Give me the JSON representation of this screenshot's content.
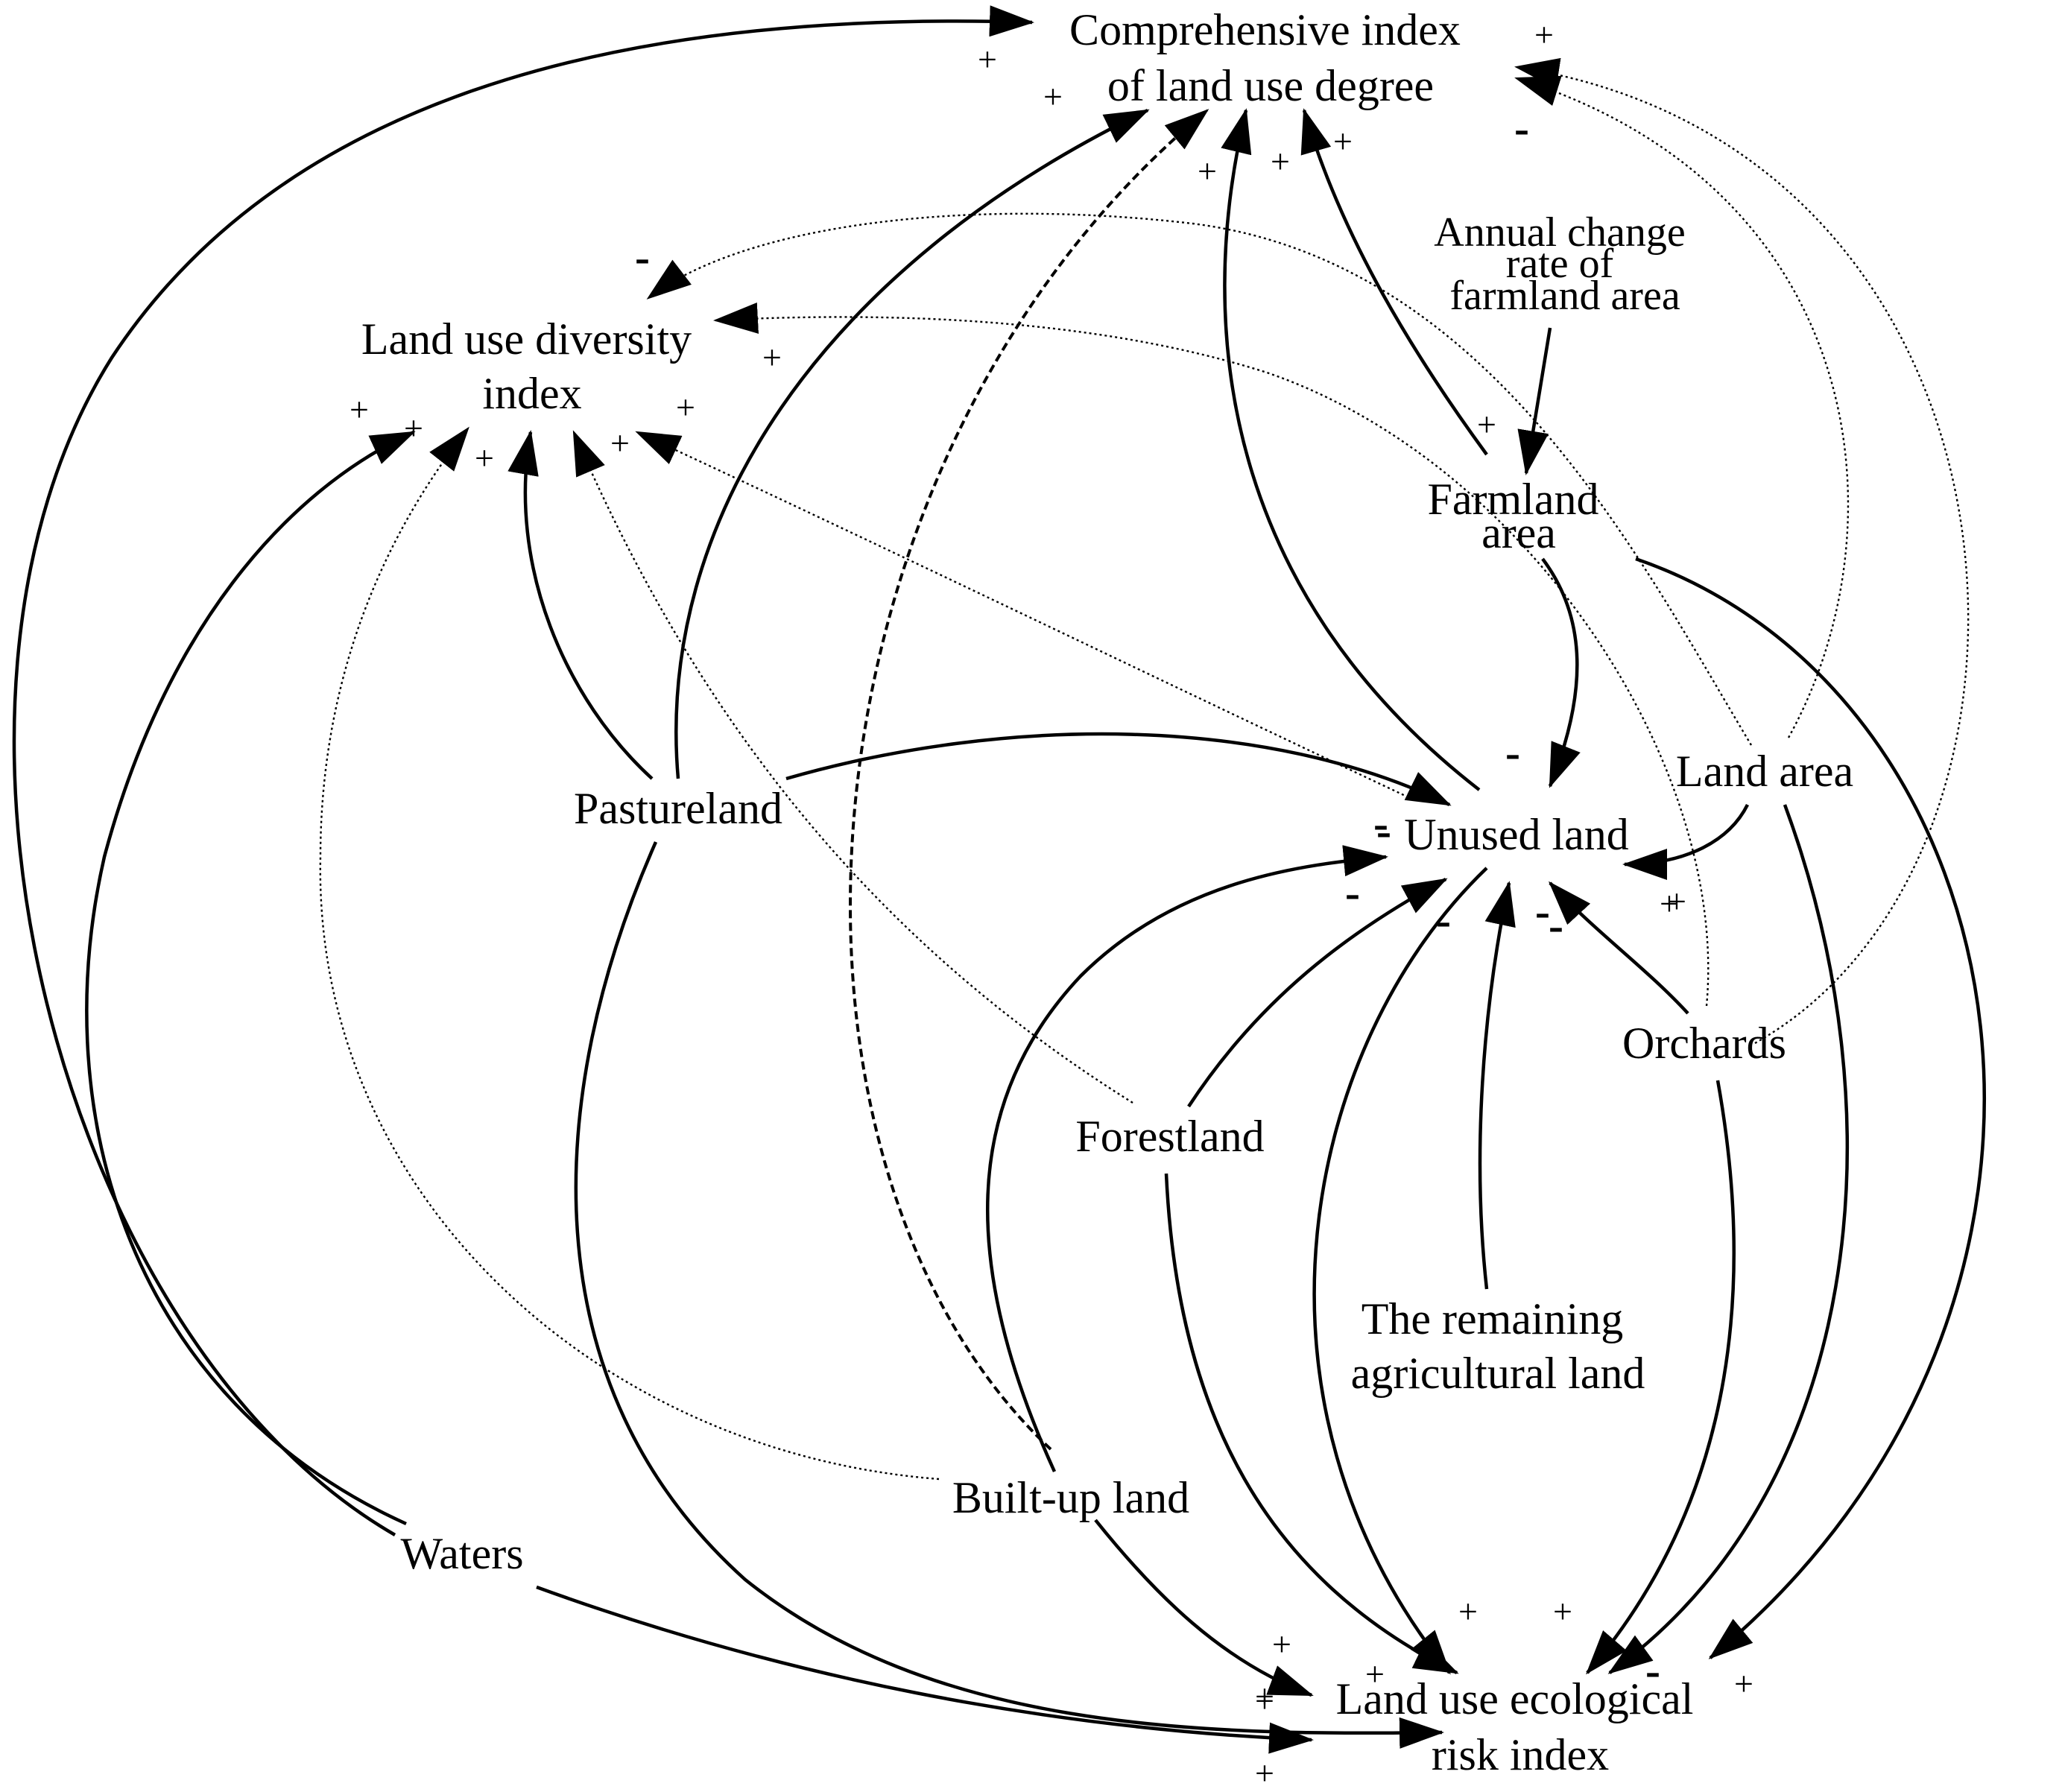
{
  "nodes": {
    "comprehensive_index": [
      "Comprehensive index",
      "of land use degree"
    ],
    "diversity_index": [
      "Land use diversity",
      "index"
    ],
    "annual_change_rate": [
      "Annual change",
      "rate of",
      "farmland area"
    ],
    "farmland_area": [
      "Farmland",
      "area"
    ],
    "pastureland": [
      "Pastureland"
    ],
    "unused_land": [
      "Unused land"
    ],
    "land_area": [
      "Land area"
    ],
    "orchards": [
      "Orchards"
    ],
    "forestland": [
      "Forestland"
    ],
    "remaining_agricultural_land": [
      "The remaining",
      "agricultural land"
    ],
    "built_up_land": [
      "Built-up land"
    ],
    "waters": [
      "Waters"
    ],
    "ecological_risk_index": [
      "Land use ecological",
      "risk index"
    ]
  },
  "polarities": [
    "+",
    "+",
    "+",
    "+",
    "+",
    "+",
    "-",
    "-",
    "+",
    "+",
    "+",
    "+",
    "+",
    "+",
    "+",
    "+",
    "-",
    "-",
    "-",
    "-",
    "-",
    "-",
    "-",
    "+",
    "+",
    "+",
    "+",
    "+",
    "+",
    "+",
    "-",
    "+",
    "+"
  ],
  "links": [
    {
      "from": "Waters",
      "to": "Comprehensive index of land use degree",
      "style": "solid"
    },
    {
      "from": "Pastureland",
      "to": "Comprehensive index of land use degree",
      "style": "solid"
    },
    {
      "from": "Built-up land",
      "to": "Comprehensive index of land use degree",
      "style": "dashed"
    },
    {
      "from": "Unused land",
      "to": "Comprehensive index of land use degree",
      "style": "solid"
    },
    {
      "from": "Farmland area",
      "to": "Comprehensive index of land use degree",
      "style": "solid"
    },
    {
      "from": "Land area",
      "to": "Comprehensive index of land use degree",
      "style": "dotted"
    },
    {
      "from": "Orchards",
      "to": "Comprehensive index of land use degree",
      "style": "dotted"
    },
    {
      "from": "Land area",
      "to": "Land use diversity index",
      "style": "dotted"
    },
    {
      "from": "Orchards",
      "to": "Land use diversity index",
      "style": "dotted"
    },
    {
      "from": "Waters",
      "to": "Land use diversity index",
      "style": "solid"
    },
    {
      "from": "Built-up land",
      "to": "Land use diversity index",
      "style": "dotted"
    },
    {
      "from": "Pastureland",
      "to": "Land use diversity index",
      "style": "solid"
    },
    {
      "from": "Forestland",
      "to": "Land use diversity index",
      "style": "dotted"
    },
    {
      "from": "Unused land",
      "to": "Land use diversity index",
      "style": "dotted"
    },
    {
      "from": "Annual change rate of farmland area",
      "to": "Farmland area",
      "style": "solid"
    },
    {
      "from": "Farmland area",
      "to": "Unused land",
      "style": "solid"
    },
    {
      "from": "Pastureland",
      "to": "Unused land",
      "style": "solid"
    },
    {
      "from": "Land area",
      "to": "Unused land",
      "style": "solid"
    },
    {
      "from": "Built-up land",
      "to": "Unused land",
      "style": "solid"
    },
    {
      "from": "Forestland",
      "to": "Unused land",
      "style": "solid"
    },
    {
      "from": "The remaining agricultural land",
      "to": "Unused land",
      "style": "solid"
    },
    {
      "from": "Orchards",
      "to": "Unused land",
      "style": "solid"
    },
    {
      "from": "Unused land",
      "to": "Land use ecological risk index",
      "style": "solid"
    },
    {
      "from": "Forestland",
      "to": "Land use ecological risk index",
      "style": "solid"
    },
    {
      "from": "Orchards",
      "to": "Land use ecological risk index",
      "style": "solid"
    },
    {
      "from": "Land area",
      "to": "Land use ecological risk index",
      "style": "solid"
    },
    {
      "from": "Farmland area",
      "to": "Land use ecological risk index",
      "style": "solid"
    },
    {
      "from": "Pastureland",
      "to": "Land use ecological risk index",
      "style": "solid"
    },
    {
      "from": "Built-up land",
      "to": "Land use ecological risk index",
      "style": "solid"
    },
    {
      "from": "Waters",
      "to": "Land use ecological risk index",
      "style": "solid"
    }
  ],
  "line_styles": {
    "solid": "solid arrow",
    "dashed": "dashed arrow",
    "dotted": "dotted arrow"
  },
  "colors": {
    "stroke": "#000000",
    "text": "#000000",
    "background": "#ffffff"
  }
}
